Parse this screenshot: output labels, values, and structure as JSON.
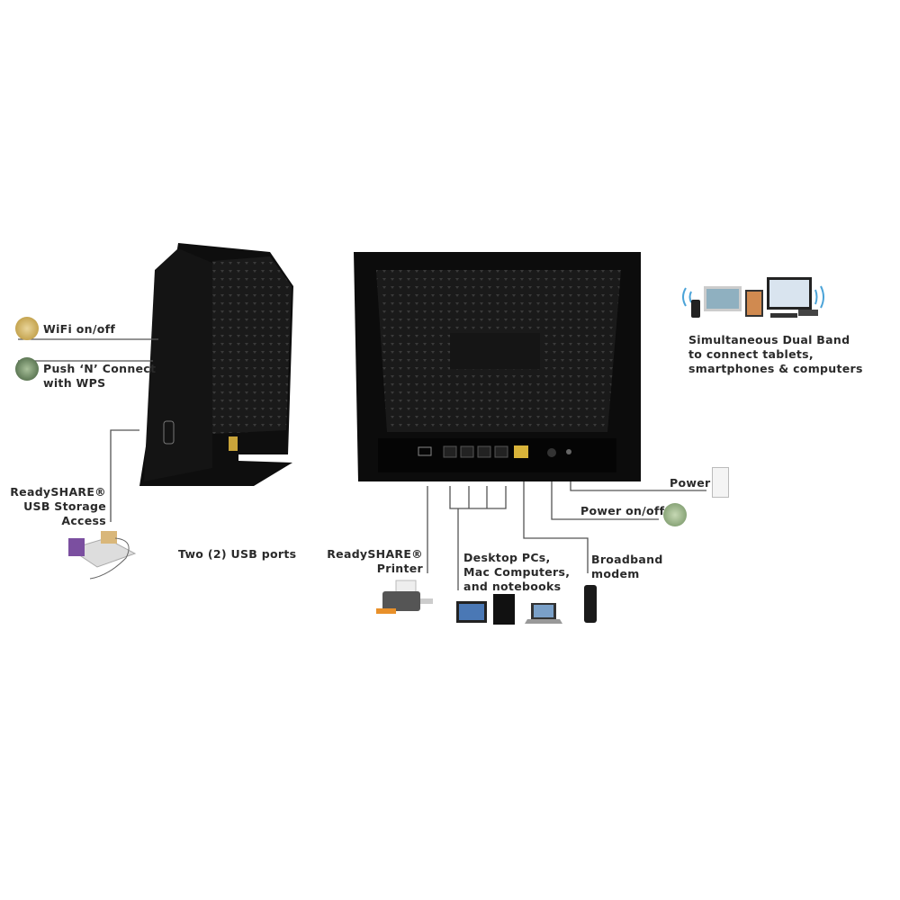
{
  "labels": {
    "wifi": "WiFi on/off",
    "wps_line1": "Push ‘N’ Connect",
    "wps_line2": "with WPS",
    "usb_storage_line1": "ReadySHARE®",
    "usb_storage_line2": "USB Storage",
    "usb_storage_line3": "Access",
    "usb_ports": "Two (2) USB ports",
    "dual_band_line1": "Simultaneous Dual Band",
    "dual_band_line2": "to connect tablets,",
    "dual_band_line3": "smartphones & computers",
    "power": "Power",
    "power_onoff": "Power on/off",
    "printer_line1": "ReadySHARE®",
    "printer_line2": "Printer",
    "desktop_line1": "Desktop PCs,",
    "desktop_line2": "Mac Computers,",
    "desktop_line3": "and notebooks",
    "modem_line1": "Broadband",
    "modem_line2": "modem"
  },
  "colors": {
    "router": "#111111",
    "ethernet_port": "#d8b33a",
    "icon_gold": "#c9a445",
    "icon_green": "#5a7a50",
    "leader_line": "#555555"
  }
}
